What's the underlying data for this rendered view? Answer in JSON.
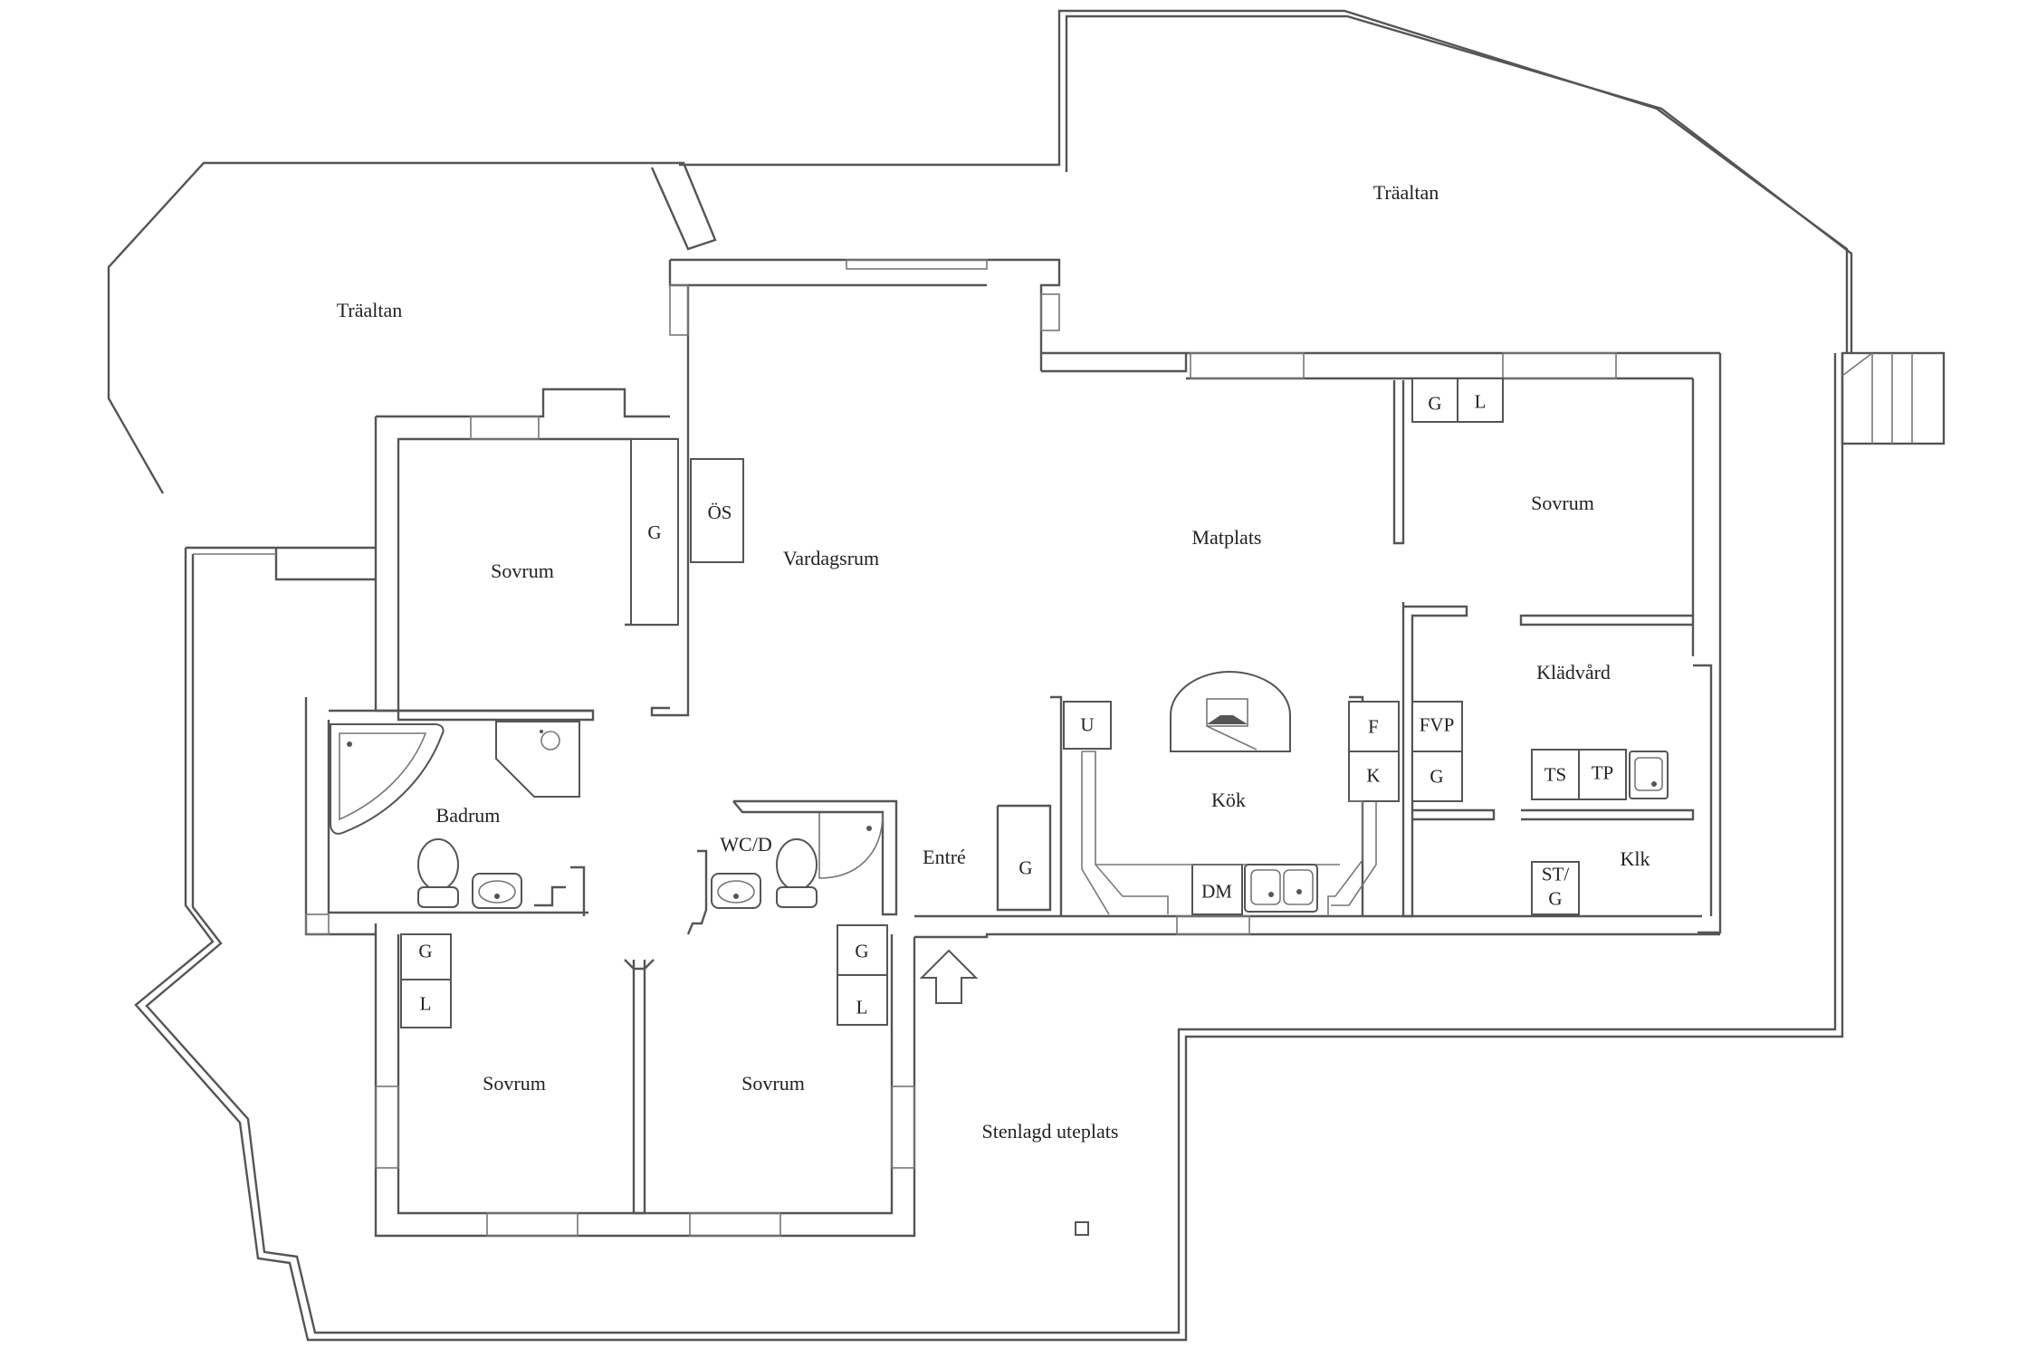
{
  "labels": {
    "traaltan_left": "Träaltan",
    "traaltan_top": "Träaltan",
    "sovrum_1": "Sovrum",
    "sovrum_2": "Sovrum",
    "sovrum_3": "Sovrum",
    "sovrum_4": "Sovrum",
    "vardagsrum": "Vardagsrum",
    "matplats": "Matplats",
    "klacvard": "Klädvård",
    "kok": "Kök",
    "badrum": "Badrum",
    "wcd": "WC/D",
    "entre": "Entré",
    "klk": "Klk",
    "stenlagd": "Stenlagd uteplats"
  },
  "markers": {
    "os": "ÖS",
    "g_sovrum1": "G",
    "g_sovrum2": "G",
    "l_sovrum2": "L",
    "g_sovrum3": "G",
    "l_sovrum3": "L",
    "g_sovrum4": "G",
    "l_sovrum4": "L",
    "g_entre": "G",
    "u": "U",
    "f": "F",
    "k": "K",
    "fvp": "FVP",
    "g_klad": "G",
    "ts": "TS",
    "tp": "TP",
    "dm": "DM",
    "st": "ST/",
    "st_g": "G"
  }
}
